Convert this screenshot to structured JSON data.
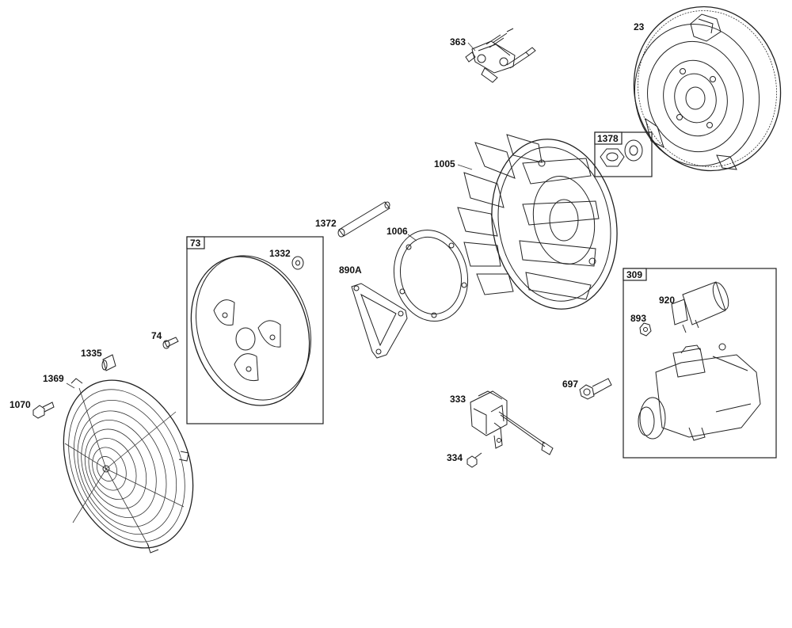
{
  "callouts": {
    "c23": "23",
    "c363": "363",
    "c1378": "1378",
    "c1005": "1005",
    "c1372": "1372",
    "c1006": "1006",
    "c73": "73",
    "c1332": "1332",
    "c890a": "890A",
    "c309": "309",
    "c920": "920",
    "c893": "893",
    "c74": "74",
    "c1335": "1335",
    "c1369": "1369",
    "c1070": "1070",
    "c697": "697",
    "c333": "333",
    "c334": "334"
  },
  "colors": {
    "line": "#222222",
    "background": "#ffffff"
  }
}
